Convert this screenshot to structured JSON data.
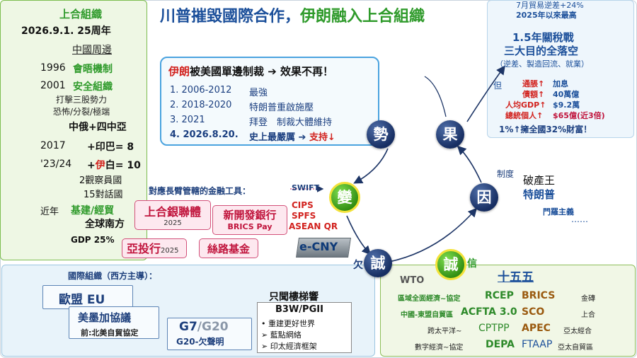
{
  "title": {
    "part1": "川普摧毀國際合作，",
    "part2": "伊朗融入上合組織"
  },
  "left": {
    "header": "上合組織",
    "anniv": "2026.9.1. 25周年",
    "china_periphery": "中國周邊",
    "y1996": "1996",
    "meet": "會晤機制",
    "y2001": "2001",
    "sco": "安全組織",
    "three_forces": "打擊三股勢力",
    "terror": "恐怖/分裂/極端",
    "china_russia": "中俄+四中亞",
    "y2017": "2017",
    "india_pak": "+印巴= 8",
    "y2324": "'23/24",
    "iran_bel_prefix": "+",
    "iran_char": "伊",
    "iran_bel_suffix": "白= 10",
    "observers": "2觀察員國",
    "dialogue": "15對話國",
    "recent": "近年",
    "infra": "基建/經貿",
    "global_south": "全球南方",
    "gdp": "GDP 25%"
  },
  "sanctions": {
    "head_iran": "伊朗",
    "head_rest": "被美國單邊制裁 ➔ 效果不再！",
    "rows": [
      {
        "num": "1. 2006-2012",
        "text": "最強"
      },
      {
        "num": "2. 2018-2020",
        "text": "特朗普重啟施壓"
      },
      {
        "num": "3. 2021",
        "text": "拜登　制裁大體維持"
      },
      {
        "num": "4. 2026.8.20.",
        "text": "史上最嚴厲 ➔ ",
        "suffix": "支持↓"
      }
    ]
  },
  "finance": {
    "line": "對應長臂管轄的金融工具：",
    "swift": "SWIFT",
    "cips": "CIPS",
    "spfs": "SPFS",
    "asean": "ASEAN QR",
    "ecny": "e-CNY"
  },
  "banks": {
    "sco_bank": "上合銀聯體",
    "sco_year": "2025",
    "ndb": "新開發銀行",
    "brics_pay": "BRICS Pay",
    "aiib": "亞投行",
    "aiib_year": "2025",
    "silk": "絲路基金"
  },
  "cycle": {
    "shi": "勢",
    "bian": "變",
    "guo": "果",
    "yin": "因",
    "qian": "欠",
    "cheng_left": "誠",
    "cheng_right": "誠",
    "xin": "信"
  },
  "cause": {
    "system": "制度",
    "bankrupt": "破產王",
    "trump": "特朗普",
    "monroe": "門羅主義",
    "dots": "……"
  },
  "right": {
    "trade_line1": "7月貿易逆差+24%",
    "trade_line2": "2025年以來最高",
    "war": "1.5年關稅戰",
    "fail": "三大目的全落空",
    "goals": "（逆差、製造回流、就業）",
    "but": "但",
    "inflation": "通脹↑",
    "inflation_v": "加息",
    "debt": "債額↑",
    "debt_v": "40萬億",
    "gdp_pc": "人均GDP↑",
    "gdp_pc_v": "$9.2萬",
    "pres": "總統個人↑",
    "pres_v": "$65億(近3倍)",
    "wealth": "1%↑擁全國32%財富！"
  },
  "bottom_left": {
    "header": "國際組織（西方主導）：",
    "eu": "歐盟 EU",
    "usmca": "美墨加協議",
    "nafta": "前:北美自貿協定",
    "g7": "G7",
    "g20_short": "/G20",
    "g20_note": "G20-欠聲明",
    "stairs": "只聞樓梯響",
    "b3w": "B3W/PGII",
    "items": [
      "重建更好世界",
      "藍點網絡",
      "印太經濟框架"
    ]
  },
  "bottom_right": {
    "wto": "WTO",
    "plan": "十五五",
    "rows": [
      {
        "label": "區域全面經濟~協定",
        "code": "RCEP",
        "org": "BRICS",
        "note": "金磚"
      },
      {
        "label": "中國-東盟自貿區",
        "code": "ACFTA 3.0",
        "org": "SCO",
        "note": "上合"
      },
      {
        "label": "跨太平洋~",
        "code": "CPTPP",
        "org": "APEC",
        "note": "亞太經合"
      },
      {
        "label": "數字經濟~協定",
        "code": "DEPA",
        "org": "FTAAP",
        "note": "亞太自貿區"
      }
    ]
  }
}
